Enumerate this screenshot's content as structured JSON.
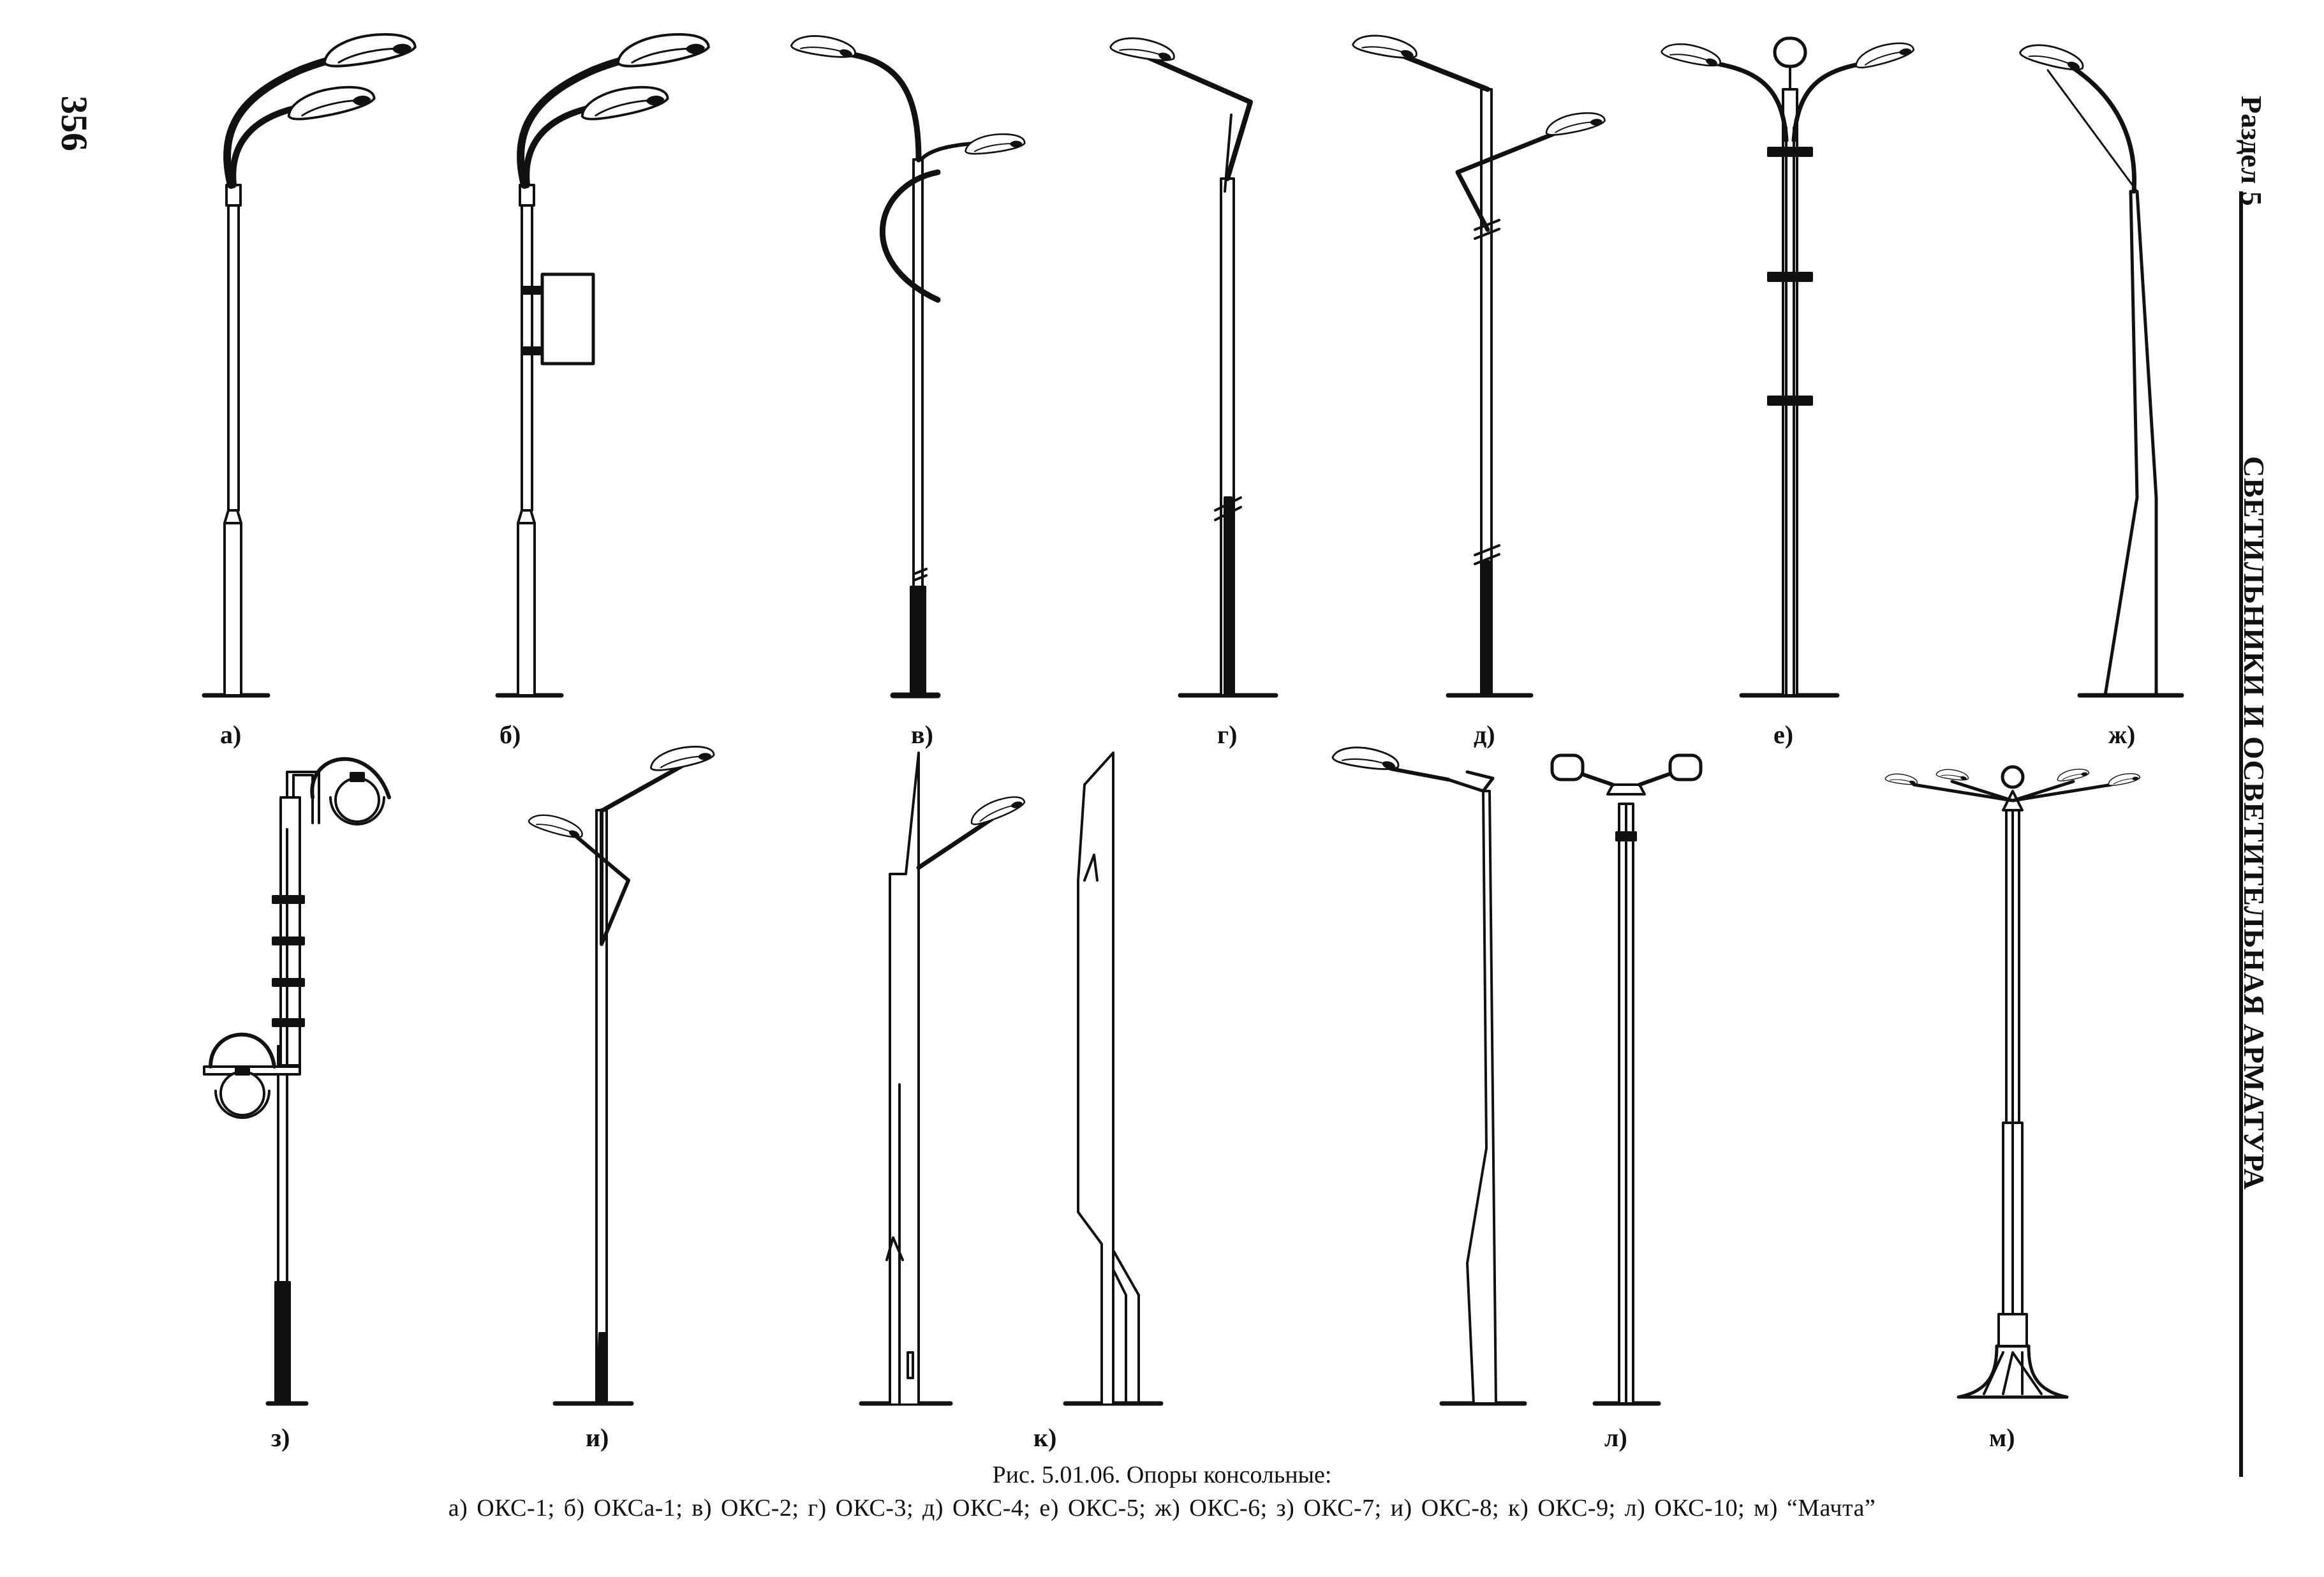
{
  "page": {
    "number": "356",
    "section_label": "Раздел 5",
    "section_title": "СВЕТИЛЬНИКИ И ОСВЕТИТЕЛЬНАЯ АРМАТУРА"
  },
  "figure": {
    "caption_title": "Рис. 5.01.06. Опоры консольные:",
    "caption_items": "а) ОКС-1; б) ОКСа-1; в) ОКС-2; г) ОКС-3; д) ОКС-4; е) ОКС-5; ж) ОКС-6; з) ОКС-7; и) ОКС-8; к) ОКС-9; л) ОКС-10; м) “Мачта”",
    "panel_labels": {
      "a": "а)",
      "b": "б)",
      "v": "в)",
      "g": "г)",
      "d": "д)",
      "e": "е)",
      "zh": "ж)",
      "z": "з)",
      "i": "и)",
      "k": "к)",
      "l": "л)",
      "m": "м)"
    }
  }
}
